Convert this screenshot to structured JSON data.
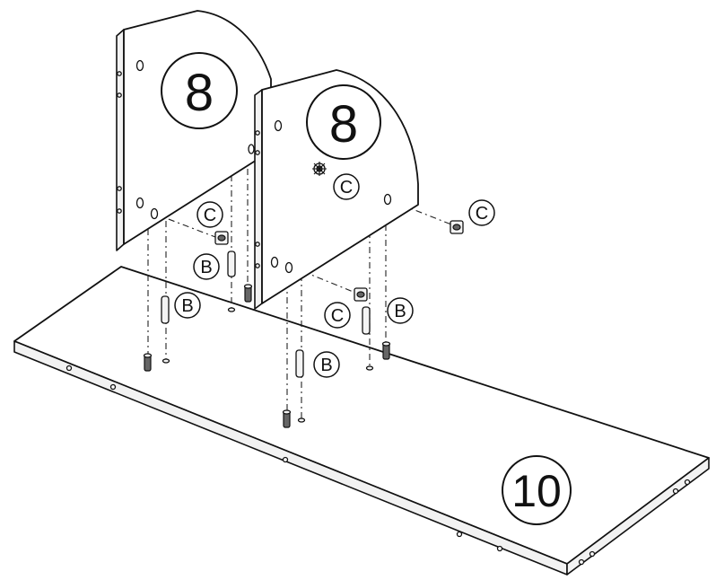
{
  "diagram": {
    "panel_label": "8",
    "board_label": "10",
    "callouts": {
      "c1": "C",
      "c2": "C",
      "c3": "C",
      "c4": "C",
      "b1": "B",
      "b2": "B",
      "b3": "B",
      "b4": "B"
    }
  }
}
